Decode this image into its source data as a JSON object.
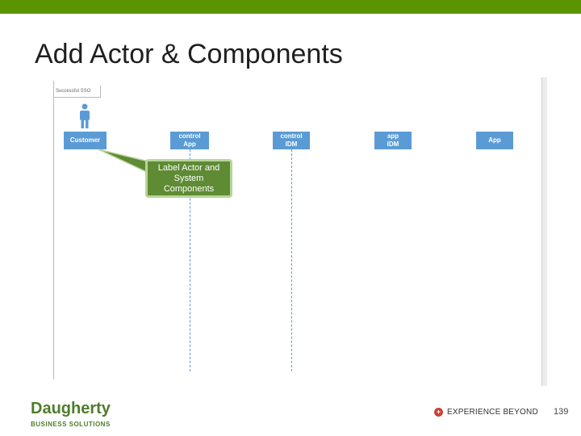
{
  "title": "Add Actor & Components",
  "frame": {
    "label": "Successful SSO"
  },
  "actor": {
    "name": "Customer"
  },
  "components": [
    {
      "label": "control\nApp"
    },
    {
      "label": "control\nIDM"
    },
    {
      "label": "app\nIDM"
    },
    {
      "label": "App"
    }
  ],
  "callout": {
    "text": "Label Actor and System Components"
  },
  "footer": {
    "logo_main": "Daugherty",
    "logo_sub": "BUSINESS SOLUTIONS",
    "tagline": "EXPERIENCE BEYOND",
    "page_number": "139"
  },
  "colors": {
    "top_bar": "#5a9400",
    "lifeline_box": "#5b9bd5",
    "callout_fill": "#5e8b33",
    "callout_border": "#b9d39c",
    "brand_green": "#4d7d2a"
  }
}
